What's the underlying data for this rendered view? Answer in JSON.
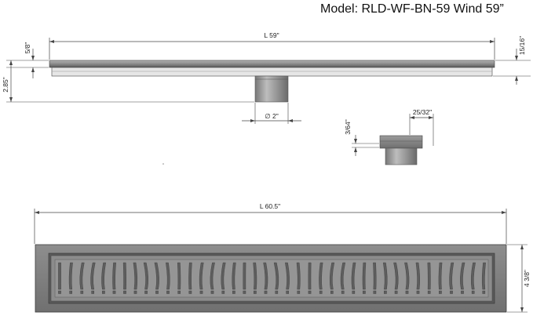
{
  "title": "Model: RLD-WF-BN-59 Wind 59”",
  "side_view": {
    "length_label": "L 59\"",
    "flange_label": "5/8\"",
    "height_label": "2.85\"",
    "edge_label": "15/16\"",
    "outlet_label": "∅ 2\""
  },
  "outlet_detail": {
    "width_label": "25/32\"",
    "height_label": "3/64\""
  },
  "top_view": {
    "length_label": "L 60.5\"",
    "width_label": "4 3/8\""
  },
  "grate": {
    "pattern": "wind",
    "slot_count": 40,
    "colors": {
      "frame": "#7a7a7a",
      "frame_dark": "#4a4a4a",
      "grate": "#8c8c8c",
      "slot": "#5e5e5e"
    }
  }
}
